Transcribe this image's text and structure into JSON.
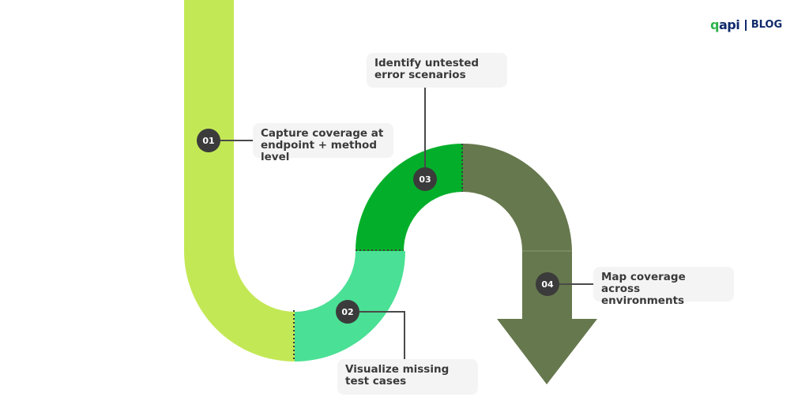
{
  "brand": {
    "logo_text_accent": "q",
    "logo_text": "api",
    "section": "BLOG"
  },
  "colors": {
    "step1": "#c3e856",
    "step2": "#4ae095",
    "step3": "#03af2a",
    "step4": "#66784d",
    "badge": "#3b3b3b",
    "callout_bg": "#f4f4f4",
    "text": "#3a3a3a",
    "brand_navy": "#0f2a6b",
    "brand_green": "#2db34a"
  },
  "steps": [
    {
      "number": "01",
      "label": "Capture coverage at endpoint + method level"
    },
    {
      "number": "02",
      "label": "Visualize missing test cases"
    },
    {
      "number": "03",
      "label": "Identify untested error scenarios"
    },
    {
      "number": "04",
      "label": "Map coverage across environments"
    }
  ]
}
